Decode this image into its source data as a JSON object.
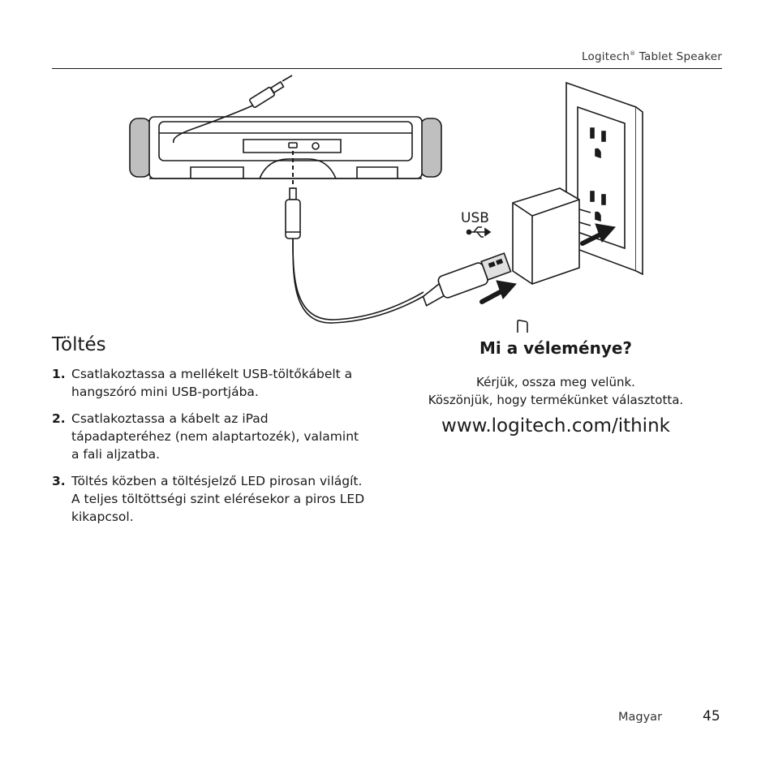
{
  "header": {
    "brand": "Logitech",
    "registered_mark": "®",
    "product": "Tablet Speaker"
  },
  "illustration": {
    "usb_label": "USB",
    "icons": [
      "speaker-bar-icon",
      "audio-cable-icon",
      "mini-usb-plug-icon",
      "usb-plug-icon",
      "usb-symbol-icon",
      "wall-adapter-icon",
      "wall-outlet-icon",
      "arrow-icon"
    ]
  },
  "charging": {
    "title": "Töltés",
    "steps": [
      {
        "num": "1.",
        "text": "Csatlakoztassa a mellékelt USB-töltőkábelt a hangszóró mini USB-portjába."
      },
      {
        "num": "2.",
        "text": "Csatlakoztassa a kábelt az iPad tápadapteréhez (nem alaptartozék), valamint a fali aljzatba."
      },
      {
        "num": "3.",
        "text": "Töltés közben a töltésjelző LED pirosan világít. A teljes töltöttségi szint elérésekor a piros LED kikapcsol."
      }
    ]
  },
  "feedback": {
    "title": "Mi a véleménye?",
    "line1": "Kérjük, ossza meg velünk.",
    "line2": "Köszönjük, hogy termékünket választotta.",
    "url": "www.logitech.com/ithink"
  },
  "footer": {
    "language": "Magyar",
    "page_number": "45"
  }
}
